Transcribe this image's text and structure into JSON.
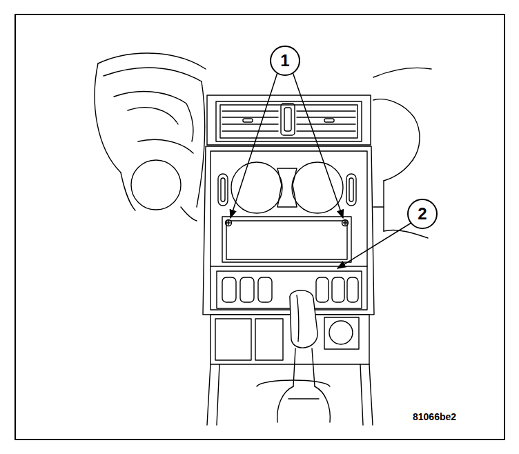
{
  "diagram": {
    "nodes": [
      {
        "text": [
          "1"
        ]
      },
      {
        "text": [
          "2"
        ]
      }
    ],
    "labels": [
      "81066be2"
    ]
  }
}
